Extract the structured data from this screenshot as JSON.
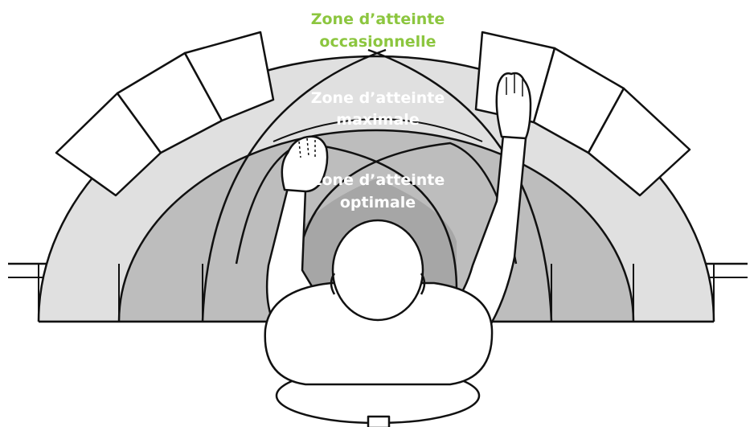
{
  "labels": {
    "occasional_line1": "Zone d’atteinte",
    "occasional_line2": "occasionnelle",
    "maximal_line1": "Zone d’atteinte",
    "maximal_line2": "maximale",
    "optimal_line1": "Zone d’atteinte",
    "optimal_line2": "optimale"
  },
  "colors": {
    "occasional_label": "#8cc63f",
    "inner_labels": "#ffffff",
    "zone_light": "#e0e0e0",
    "zone_mid": "#bdbdbd",
    "zone_dark": "#a6a6a6",
    "outline": "#111111",
    "paper": "#ffffff"
  }
}
